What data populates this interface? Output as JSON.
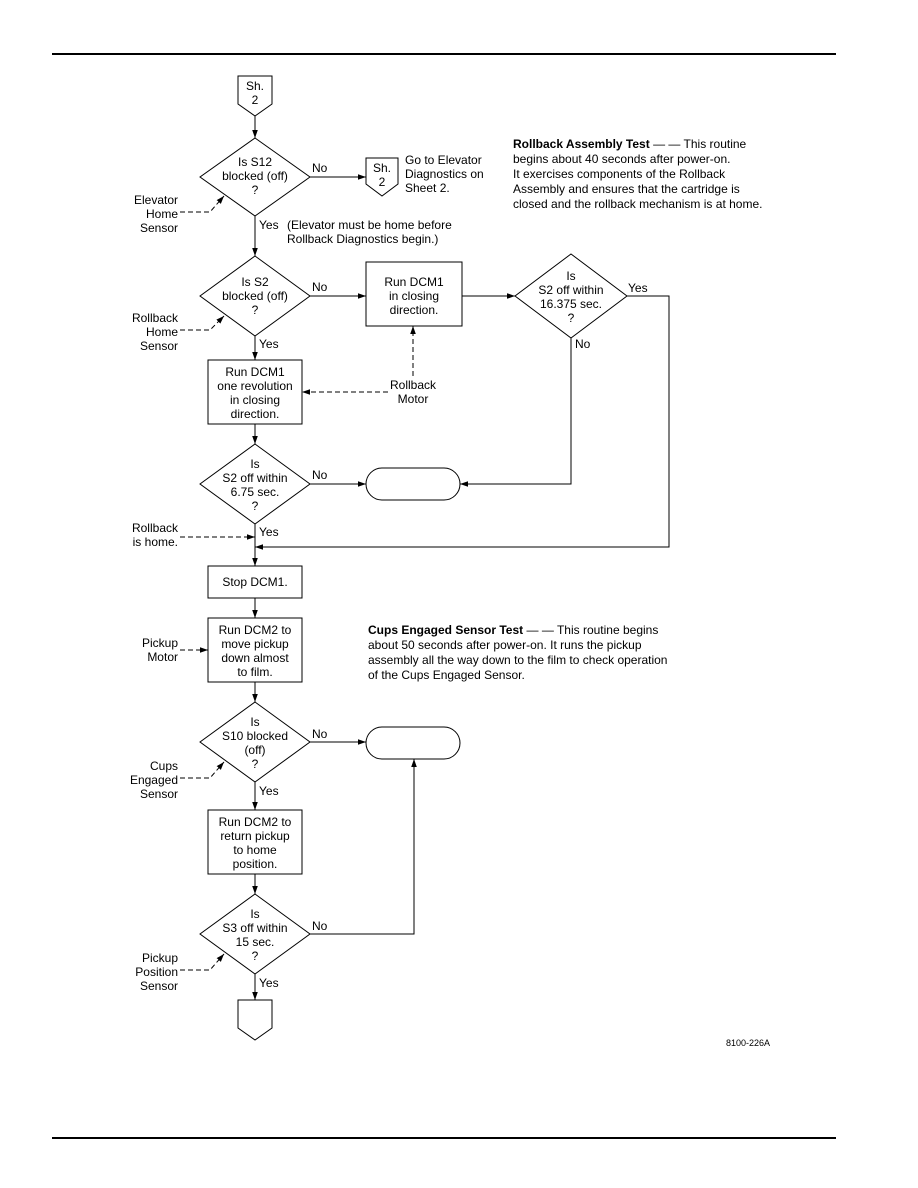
{
  "connectors": {
    "top_label": "Sh.",
    "top_number": "2",
    "elevator_label": "Sh.",
    "elevator_number": "2"
  },
  "elevator_note": [
    "Go to Elevator",
    "Diagnostics on",
    "Sheet 2."
  ],
  "elevator_home_note": [
    "(Elevator must be home before",
    "Rollback Diagnostics begin.)"
  ],
  "decisions": {
    "s12": [
      "Is S12",
      "blocked (off)",
      "?"
    ],
    "s2": [
      "Is S2",
      "blocked (off)",
      "?"
    ],
    "s2_16": [
      "Is",
      "S2 off within",
      "16.375 sec.",
      "?"
    ],
    "s2_6": [
      "Is",
      "S2 off within",
      "6.75 sec.",
      "?"
    ],
    "s10": [
      "Is",
      "S10 blocked",
      "(off)",
      "?"
    ],
    "s3": [
      "Is",
      "S3 off within",
      "15 sec.",
      "?"
    ]
  },
  "processes": {
    "dcm1_closing": [
      "Run DCM1",
      "in closing",
      "direction."
    ],
    "dcm1_rev": [
      "Run DCM1",
      "one revolution",
      "in closing",
      "direction."
    ],
    "stop_dcm1": [
      "Stop DCM1."
    ],
    "dcm2_down": [
      "Run DCM2 to",
      "move pickup",
      "down almost",
      "to film."
    ],
    "dcm2_return": [
      "Run DCM2 to",
      "return pickup",
      "to home",
      "position."
    ]
  },
  "side_labels": {
    "elevator_home_sensor": [
      "Elevator",
      "Home",
      "Sensor"
    ],
    "rollback_home_sensor": [
      "Rollback",
      "Home",
      "Sensor"
    ],
    "rollback_motor": [
      "Rollback",
      "Motor"
    ],
    "rollback_is_home": [
      "Rollback",
      "is home."
    ],
    "pickup_motor": [
      "Pickup",
      "Motor"
    ],
    "cups_engaged_sensor": [
      "Cups",
      "Engaged",
      "Sensor"
    ],
    "pickup_position_sensor": [
      "Pickup",
      "Position",
      "Sensor"
    ]
  },
  "branch": {
    "yes": "Yes",
    "no": "No"
  },
  "rollback_test": {
    "title": "Rollback Assembly Test",
    "dash": "— —",
    "first": "This routine",
    "lines": [
      "begins about 40 seconds after power-on.",
      "It exercises components of  the Rollback",
      "Assembly and ensures that the cartridge is",
      "closed and the rollback mechanism is at home."
    ]
  },
  "cups_test": {
    "title": "Cups Engaged Sensor Test",
    "dash": "— —",
    "first": "This routine begins",
    "lines": [
      "about 50 seconds after power-on. It runs the pickup",
      "assembly all the way down to the film to check operation",
      "of the Cups Engaged Sensor."
    ]
  },
  "figure_id": "8100-226A"
}
